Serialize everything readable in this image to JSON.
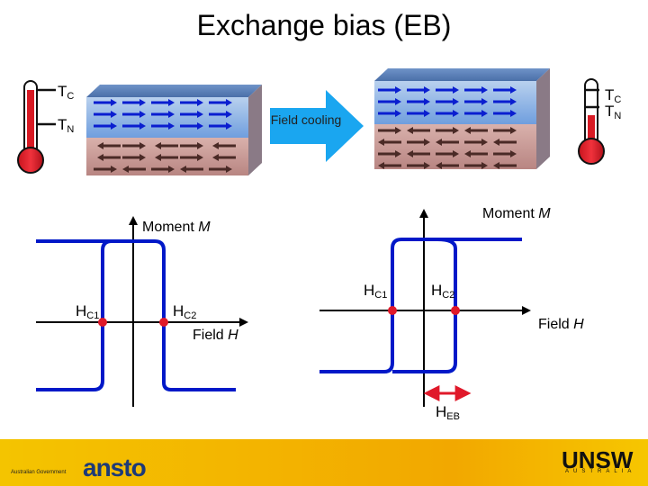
{
  "title": "Exchange bias (EB)",
  "temps": {
    "tc": "T",
    "tc_sub": "C",
    "tn": "T",
    "tn_sub": "N"
  },
  "arrow_label": "Field cooling",
  "left_loop": {
    "axis_moment": "Moment",
    "axis_moment_sym": "M",
    "axis_field": "Field",
    "axis_field_sym": "H",
    "hc1": "H",
    "hc1_sub": "C1",
    "hc2": "H",
    "hc2_sub": "C2"
  },
  "right_loop": {
    "axis_moment": "Moment",
    "axis_moment_sym": "M",
    "axis_field": "Field",
    "axis_field_sym": "H",
    "hc1": "H",
    "hc1_sub": "C1",
    "hc2": "H",
    "hc2_sub": "C2",
    "heb": "H",
    "heb_sub": "EB"
  },
  "footer": {
    "gov_text": "Australian Government",
    "ansto": "ansto",
    "unsw": "UNSW",
    "unsw_sub": "AUSTRALIA"
  },
  "colors": {
    "loop": "#0018c8",
    "point": "#e0192a",
    "fm_layer_top": "#a6c4e8",
    "fm_layer_bottom": "#6f9ede",
    "afm_layer": "#c99a96",
    "arrow_fill": "#1aa6f0",
    "footer": "#f3b400"
  }
}
